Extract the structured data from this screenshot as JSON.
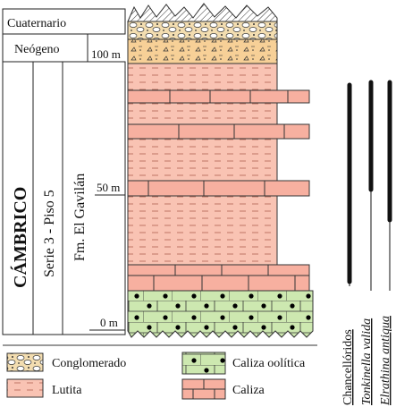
{
  "column": {
    "eras": {
      "cuaternario": "Cuaternario",
      "neogeno": "Neógeno",
      "cambrico": "CÁMBRICO"
    },
    "series_label": "Serie 3 - Piso 5",
    "formation_label": "Fm. El Gavilán",
    "scale": {
      "top": "100 m",
      "mid": "50 m",
      "base": "0 m"
    }
  },
  "taxa": [
    {
      "name": "Chancellóridos",
      "italic": false
    },
    {
      "name": "Tonkinella valida",
      "italic": true
    },
    {
      "name": "Elrathina antiqua",
      "italic": true
    }
  ],
  "legend": {
    "conglomerado": "Conglomerado",
    "lutita": "Lutita",
    "caliza_oolitica": "Caliza oolítica",
    "caliza": "Caliza"
  },
  "colors": {
    "lutita": "#f9c3b3",
    "caliza": "#f7b0a0",
    "neogeno": "#f7d097",
    "oolitica": "#cde8b0",
    "line": "#333333"
  }
}
